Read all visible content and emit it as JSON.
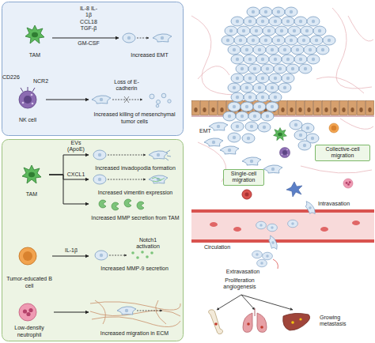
{
  "diagram": {
    "nodes": [
      {
        "text": [
          "TAM"
        ]
      },
      {
        "text": [
          "Increased EMT"
        ]
      },
      {
        "text": [
          "NK cell"
        ]
      },
      {
        "text": [
          "Increased killing of mesenchymal tumor cells"
        ]
      },
      {
        "text": [
          "TAM"
        ]
      },
      {
        "text": [
          "Increased invadopodia formation"
        ]
      },
      {
        "text": [
          "Increased vimentin expression"
        ]
      },
      {
        "text": [
          "Increased MMP secretion from TAM"
        ]
      },
      {
        "text": [
          "Tumor-educated B cell"
        ]
      },
      {
        "text": [
          "Increased MMP-9 secretion"
        ]
      },
      {
        "text": [
          "Low-density neutrophil"
        ]
      },
      {
        "text": [
          "Increased migration in ECM"
        ]
      },
      {
        "text": [
          "Collective-cell migration"
        ]
      },
      {
        "text": [
          "Single-cell migration"
        ]
      }
    ],
    "edges": [
      {
        "from": 0,
        "to": 1,
        "arrow": "to",
        "label": "IL-8 IL-1β CCL18 TGF-β"
      },
      {
        "from": 2,
        "to": 3,
        "arrow": "to"
      },
      {
        "from": 4,
        "to": 5,
        "arrow": "to",
        "label": "EVs (ApoE)"
      },
      {
        "from": 4,
        "to": 6,
        "arrow": "to",
        "label": "CXCL1"
      },
      {
        "from": 4,
        "to": 7,
        "arrow": "to"
      },
      {
        "from": 8,
        "to": 9,
        "arrow": "to",
        "label": "IL-1β"
      },
      {
        "from": 10,
        "to": 11,
        "arrow": "to"
      }
    ],
    "labels": [
      "GM-CSF",
      "CD226",
      "NCR2",
      "Loss of E-cadherin",
      "Notch1 activation",
      "EMT",
      "Intravasation",
      "Circulation",
      "Extravasation",
      "Proliferation angiogenesis",
      "Growing metastasis"
    ]
  }
}
